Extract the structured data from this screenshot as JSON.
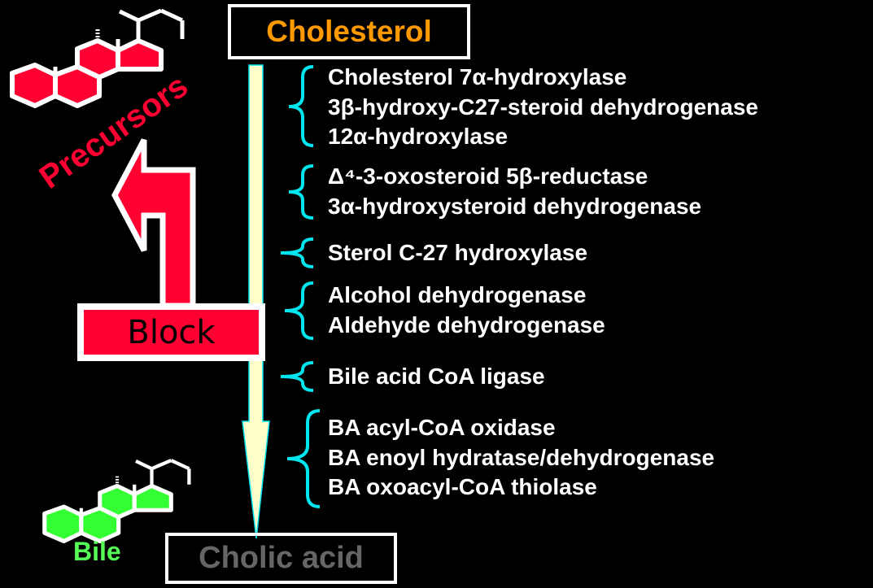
{
  "start": "Cholesterol",
  "end": "Cholic acid",
  "block": "Block",
  "precursors": "Precursors",
  "bile": "Bile",
  "groups": [
    [
      "Cholesterol 7α-hydroxylase",
      "3β-hydroxy-C27-steroid dehydrogenase",
      "12α-hydroxylase"
    ],
    [
      "Δ⁴-3-oxosteroid 5β-reductase",
      "3α-hydroxysteroid dehydrogenase"
    ],
    [
      "Sterol C-27 hydroxylase"
    ],
    [
      "Alcohol dehydrogenase",
      "Aldehyde dehydrogenase"
    ],
    [
      "Bile acid CoA ligase"
    ],
    [
      "BA acyl-CoA oxidase",
      "BA enoyl hydratase/dehydrogenase",
      "BA oxoacyl-CoA thiolase"
    ]
  ],
  "colors": {
    "start": "#FF9900",
    "end": "#666666",
    "brace": "#00E5EE",
    "block": "#FF0033",
    "bile": "#33FF33"
  }
}
